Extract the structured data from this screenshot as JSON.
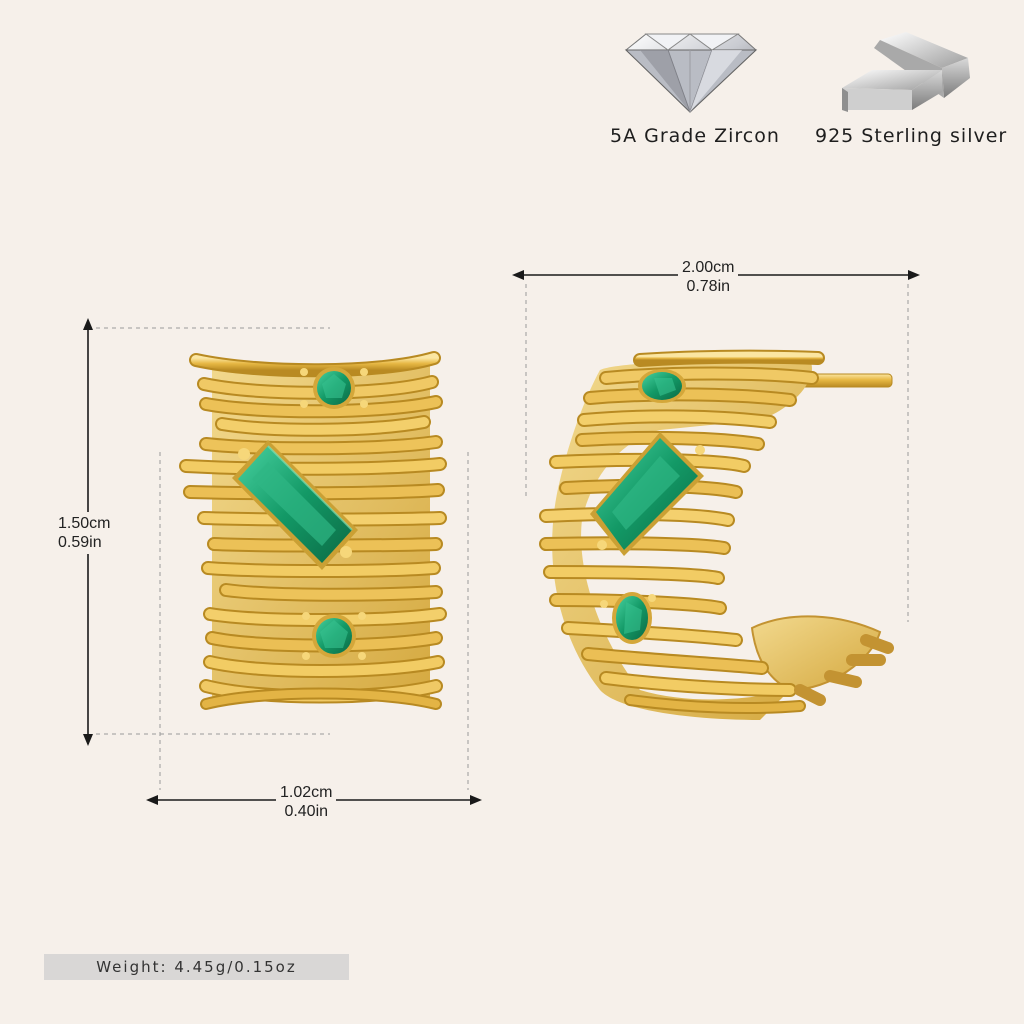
{
  "badges": {
    "zircon_label": "5A Grade Zircon",
    "silver_label": "925 Sterling silver"
  },
  "dimensions": {
    "width_flat": {
      "cm": "1.02cm",
      "in": "0.40in"
    },
    "height": {
      "cm": "1.50cm",
      "in": "0.59in"
    },
    "width_side": {
      "cm": "2.00cm",
      "in": "0.78in"
    }
  },
  "weight": {
    "text": "Weight:  4.45g/0.15oz"
  },
  "colors": {
    "background": "#f6f0ea",
    "gold": "#e2b53c",
    "emerald": "#1f9a68",
    "silver": "#c8c8c8"
  }
}
